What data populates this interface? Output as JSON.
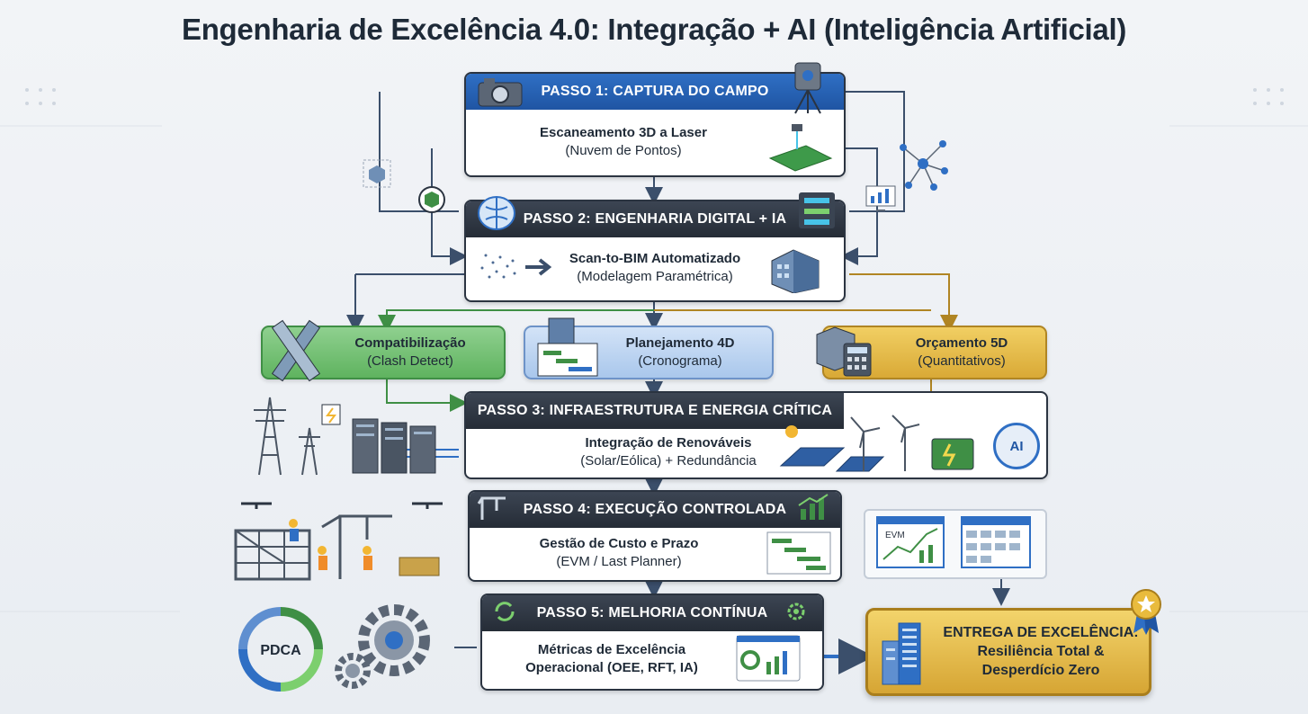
{
  "title": "Engenharia de Excelência 4.0: Integração + AI (Inteligência Artificial)",
  "steps": [
    {
      "header": "PASSO 1: CAPTURA DO CAMPO",
      "line1": "Escaneamento 3D a Laser",
      "line2": "(Nuvem de Pontos)"
    },
    {
      "header": "PASSO 2: ENGENHARIA DIGITAL + IA",
      "line1": "Scan-to-BIM Automatizado",
      "line2": "(Modelagem Paramétrica)"
    },
    {
      "header": "PASSO 3: INFRAESTRUTURA E ENERGIA CRÍTICA",
      "line1": "Integração de Renováveis",
      "line2": "(Solar/Eólica) + Redundância"
    },
    {
      "header": "PASSO 4: EXECUÇÃO CONTROLADA",
      "line1": "Gestão de Custo e Prazo",
      "line2": "(EVM / Last Planner)"
    },
    {
      "header": "PASSO 5: MELHORIA CONTÍNUA",
      "line1": "Métricas de Excelência",
      "line2": "Operacional (OEE, RFT, IA)"
    }
  ],
  "branches": [
    {
      "line1": "Compatibilização",
      "line2": "(Clash Detect)"
    },
    {
      "line1": "Planejamento 4D",
      "line2": "(Cronograma)"
    },
    {
      "line1": "Orçamento 5D",
      "line2": "(Quantitativos)"
    }
  ],
  "final": {
    "line1": "ENTREGA DE EXCELÊNCIA:",
    "line2": "Resiliência Total &",
    "line3": "Desperdício Zero"
  },
  "labels": {
    "pdca": "PDCA",
    "ai": "AI",
    "evm": "EVM"
  },
  "colors": {
    "blue_header": "#1f55a3",
    "dark_header": "#252c36",
    "green": "#5fb35f",
    "gold": "#d9a936",
    "light_blue": "#a9c7ec"
  }
}
